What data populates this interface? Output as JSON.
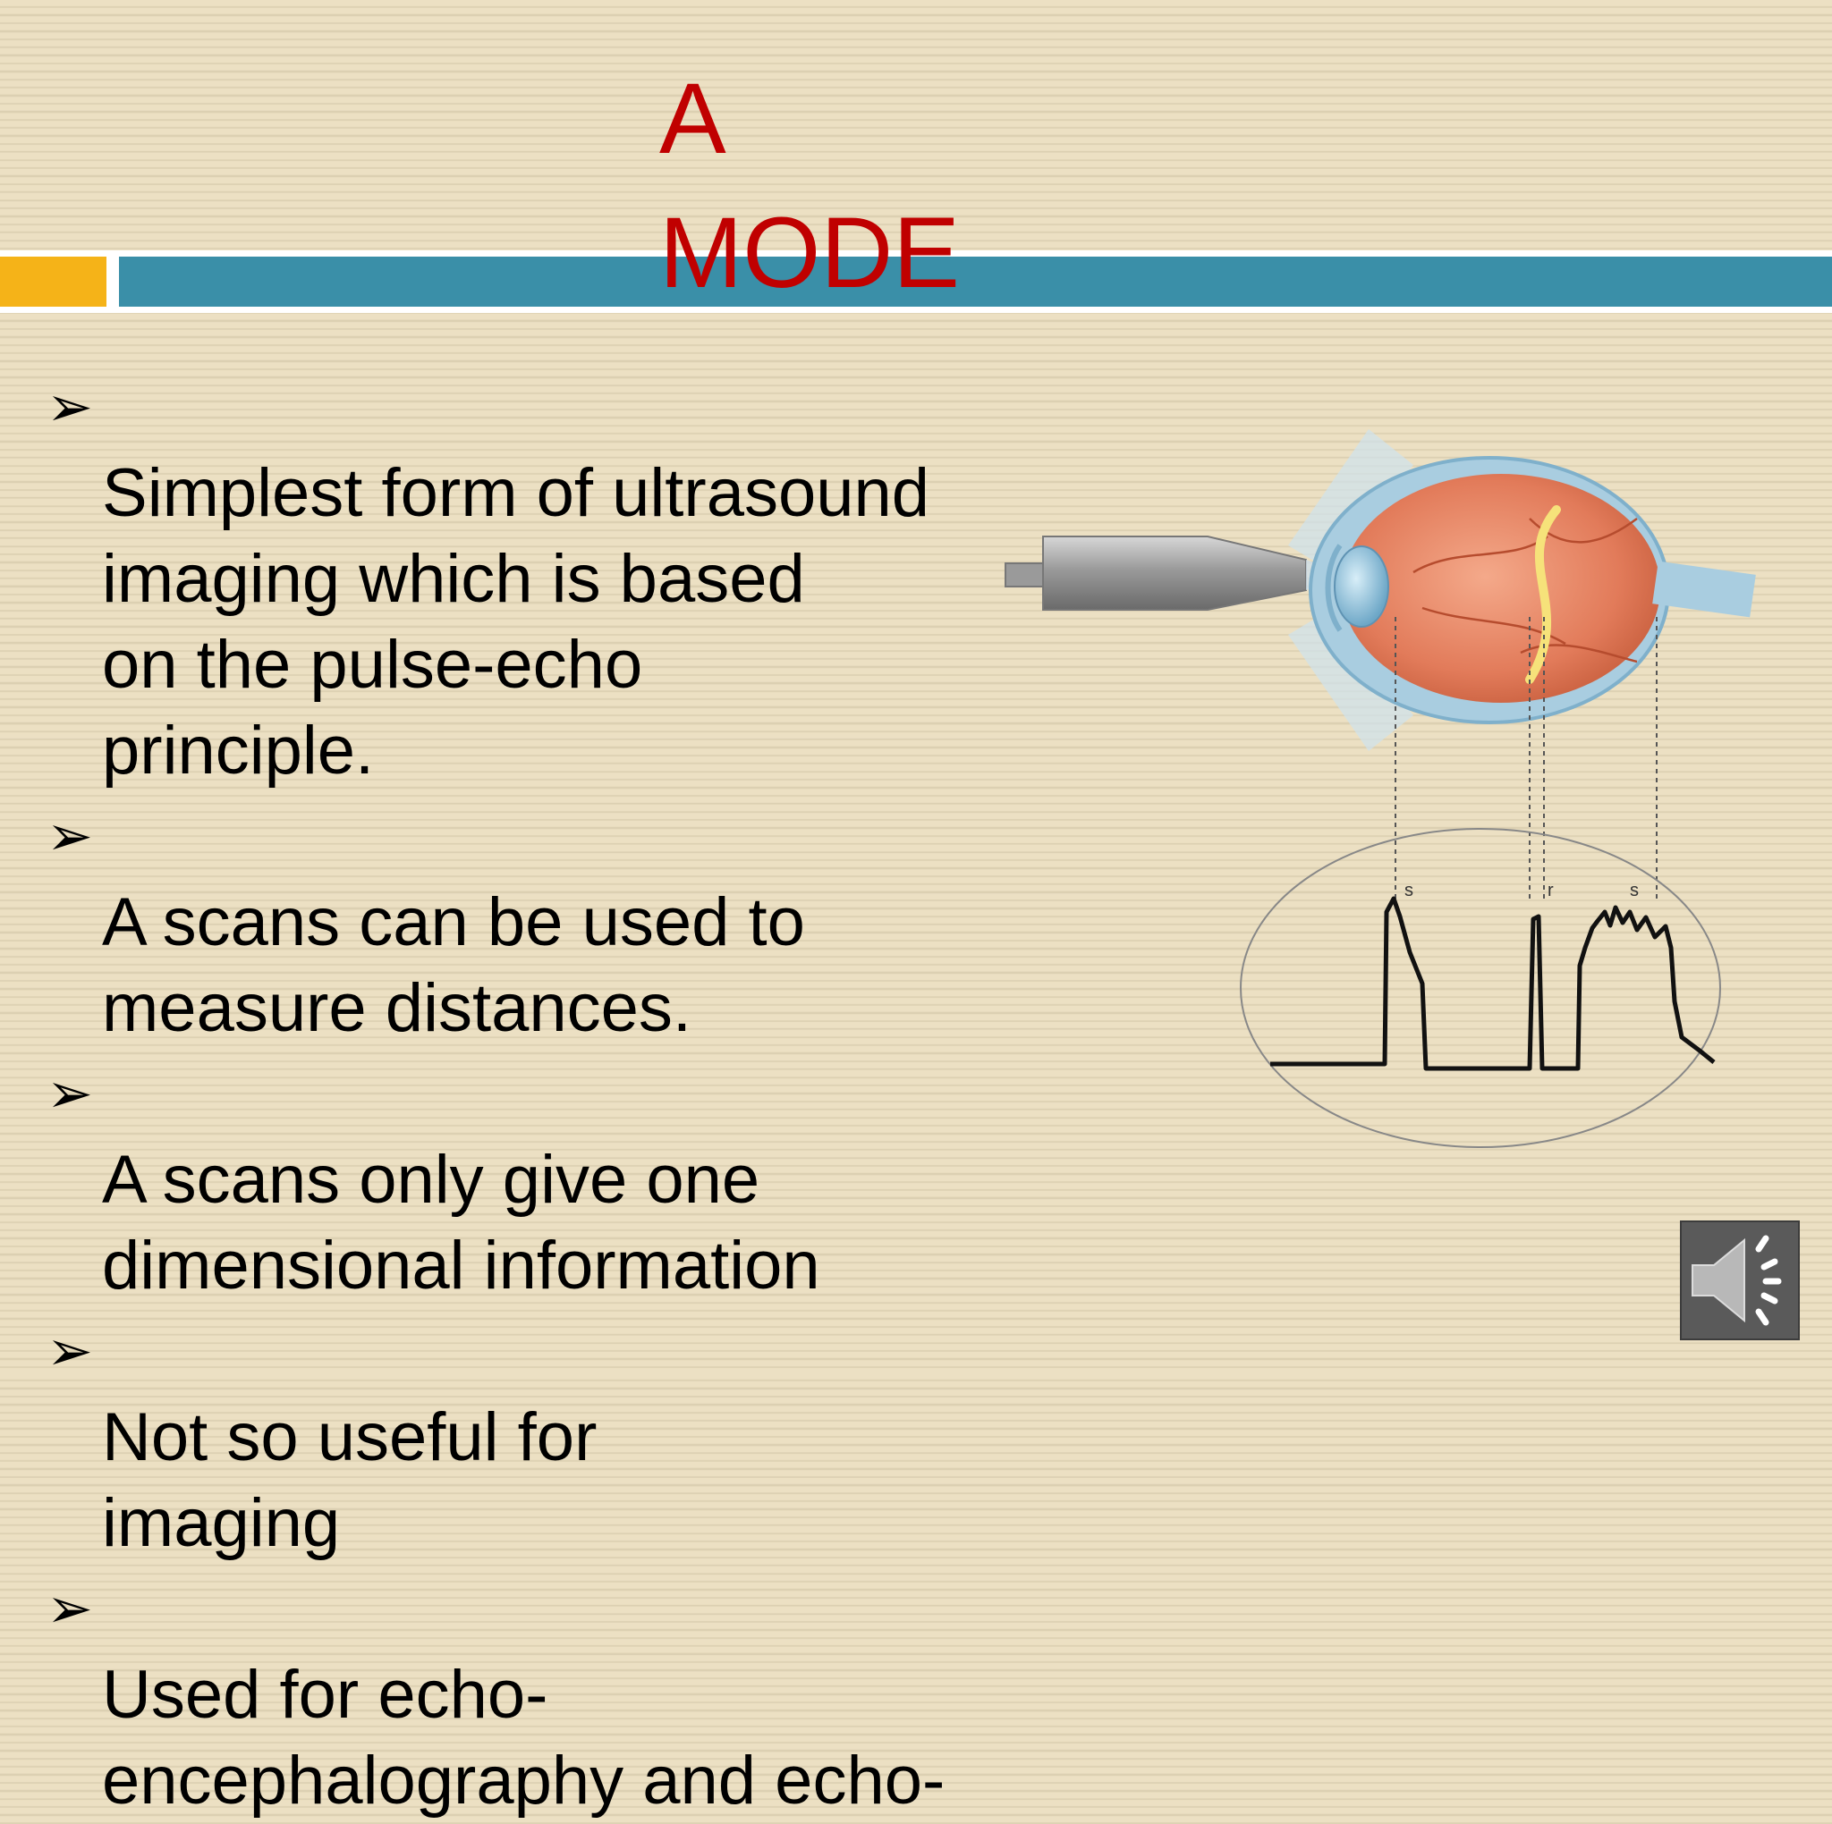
{
  "slide": {
    "title": "A\nMODE",
    "bullets": [
      "Simplest form of ultrasound\nimaging which is     based\non  the pulse-echo\nprinciple.",
      "A scans can be used to\n measure distances.",
      "A scans only give one\ndimensional information",
      " Not so useful for\n imaging",
      "Used for echo-\nencephalography and echo-"
    ]
  },
  "diagram": {
    "peak_labels": [
      "s",
      "r",
      "s"
    ]
  },
  "icons": {
    "bullet": "arrow-bullet-icon",
    "audio": "speaker-icon"
  },
  "colors": {
    "title": "#c00000",
    "band": "#3a8fa8",
    "accent": "#f5b318",
    "background": "#ece0c3"
  }
}
